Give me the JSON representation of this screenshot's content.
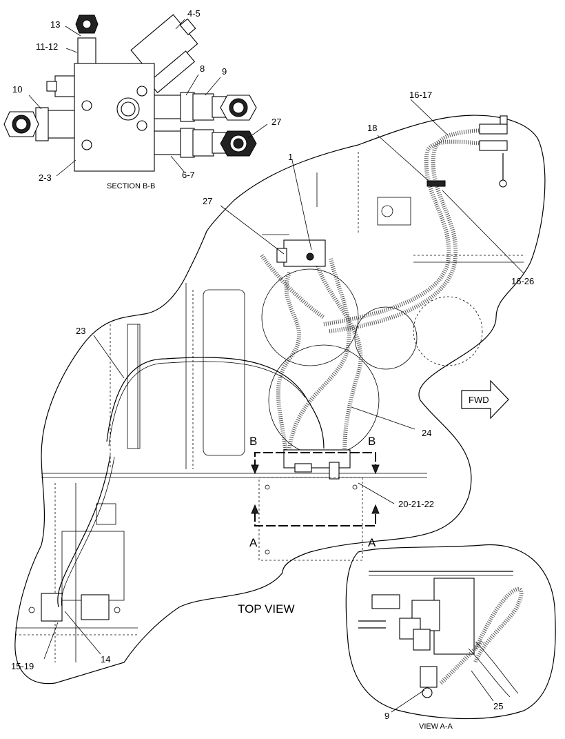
{
  "diagram": {
    "views": {
      "section": "SECTION B-B",
      "top": "TOP VIEW",
      "view_aa": "VIEW A-A"
    },
    "direction_label": "FWD",
    "section_markers": {
      "b_left": "B",
      "b_right": "B",
      "a_left": "A",
      "a_right": "A"
    },
    "callouts": [
      "13",
      "4-5",
      "11-12",
      "8",
      "9",
      "10",
      "27",
      "2-3",
      "6-7",
      "16-17",
      "18",
      "1",
      "27",
      "16-26",
      "23",
      "24",
      "20-21-22",
      "15-19",
      "14",
      "9",
      "25"
    ]
  }
}
